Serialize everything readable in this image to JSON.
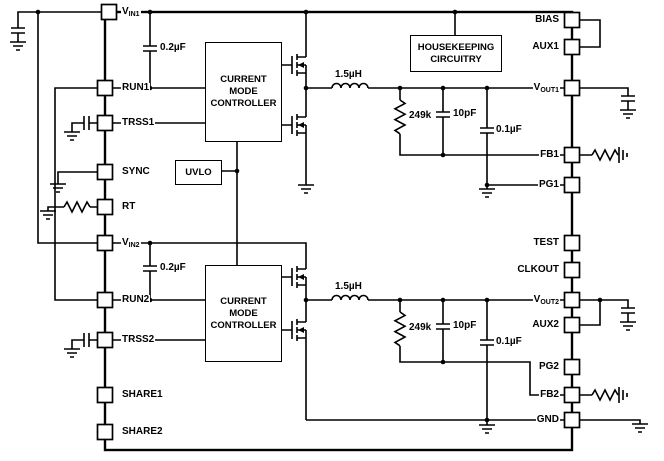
{
  "diagram": {
    "type": "ic-block-diagram",
    "line_color": "#000000",
    "background": "#ffffff"
  },
  "pins": {
    "left": [
      {
        "base": "V",
        "sub": "IN1"
      },
      {
        "base": "RUN1",
        "sub": ""
      },
      {
        "base": "TRSS1",
        "sub": ""
      },
      {
        "base": "SYNC",
        "sub": ""
      },
      {
        "base": "RT",
        "sub": ""
      },
      {
        "base": "V",
        "sub": "IN2"
      },
      {
        "base": "RUN2",
        "sub": ""
      },
      {
        "base": "TRSS2",
        "sub": ""
      },
      {
        "base": "SHARE1",
        "sub": ""
      },
      {
        "base": "SHARE2",
        "sub": ""
      }
    ],
    "right": [
      {
        "base": "BIAS",
        "sub": ""
      },
      {
        "base": "AUX1",
        "sub": ""
      },
      {
        "base": "V",
        "sub": "OUT1"
      },
      {
        "base": "FB1",
        "sub": ""
      },
      {
        "base": "PG1",
        "sub": ""
      },
      {
        "base": "TEST",
        "sub": ""
      },
      {
        "base": "CLKOUT",
        "sub": ""
      },
      {
        "base": "V",
        "sub": "OUT2"
      },
      {
        "base": "AUX2",
        "sub": ""
      },
      {
        "base": "PG2",
        "sub": ""
      },
      {
        "base": "FB2",
        "sub": ""
      },
      {
        "base": "GND",
        "sub": ""
      }
    ]
  },
  "blocks": {
    "controller1": [
      "CURRENT",
      "MODE",
      "CONTROLLER"
    ],
    "controller2": [
      "CURRENT",
      "MODE",
      "CONTROLLER"
    ],
    "housekeeping": [
      "HOUSEKEEPING",
      "CIRCUITRY"
    ],
    "uvlo": "UVLO"
  },
  "components": {
    "ch1": {
      "bypass_cap": "0.2µF",
      "inductor": "1.5µH",
      "fb_resistor": "249k",
      "ff_cap": "10pF",
      "out_cap": "0.1µF"
    },
    "ch2": {
      "bypass_cap": "0.2µF",
      "inductor": "1.5µH",
      "fb_resistor": "249k",
      "ff_cap": "10pF",
      "out_cap": "0.1µF"
    }
  }
}
